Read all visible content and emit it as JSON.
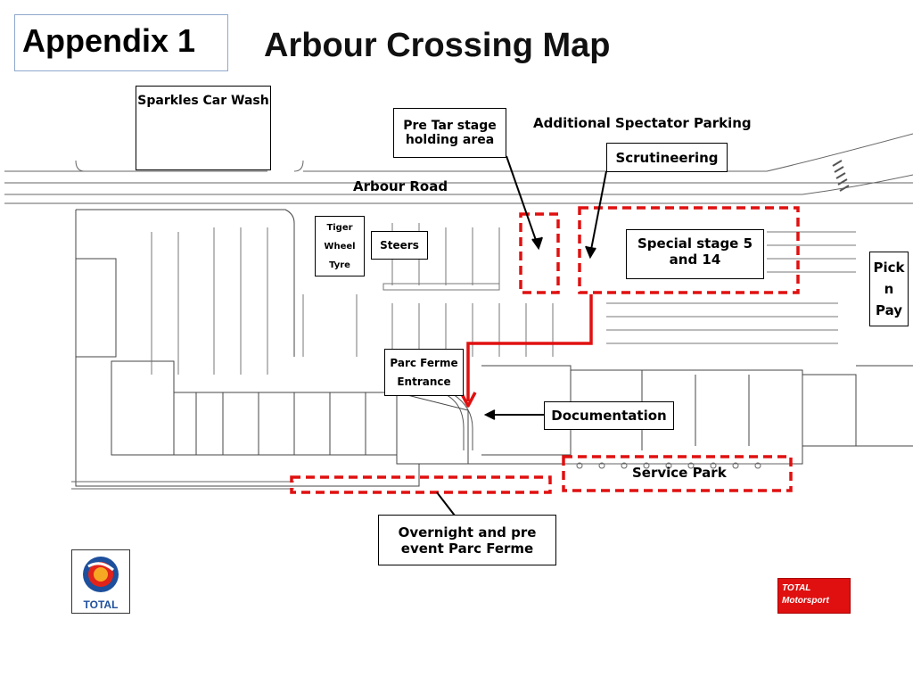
{
  "header": {
    "appendix": "Appendix 1",
    "title": "Arbour Crossing Map"
  },
  "labels": {
    "car_wash": "Sparkles Car Wash",
    "pre_tar": "Pre Tar stage holding area",
    "spectator": "Additional Spectator Parking",
    "scrutineering": "Scrutineering",
    "arbour_road": "Arbour Road",
    "tiger_1": "Tiger",
    "tiger_2": "Wheel",
    "tiger_3": "Tyre",
    "steers": "Steers",
    "special_stage": "Special stage 5 and 14",
    "pick_n_pay": "Pick n Pay",
    "parc_ferme_entrance": "Parc Ferme Entrance",
    "documentation": "Documentation",
    "service_park": "Service Park",
    "overnight": "Overnight and pre event Parc Ferme"
  },
  "logos": {
    "total": "TOTAL",
    "motorsport": "TOTAL Motorsport"
  },
  "colors": {
    "highlight": "#e01010",
    "route": "#e01010",
    "lines": "#555555"
  }
}
